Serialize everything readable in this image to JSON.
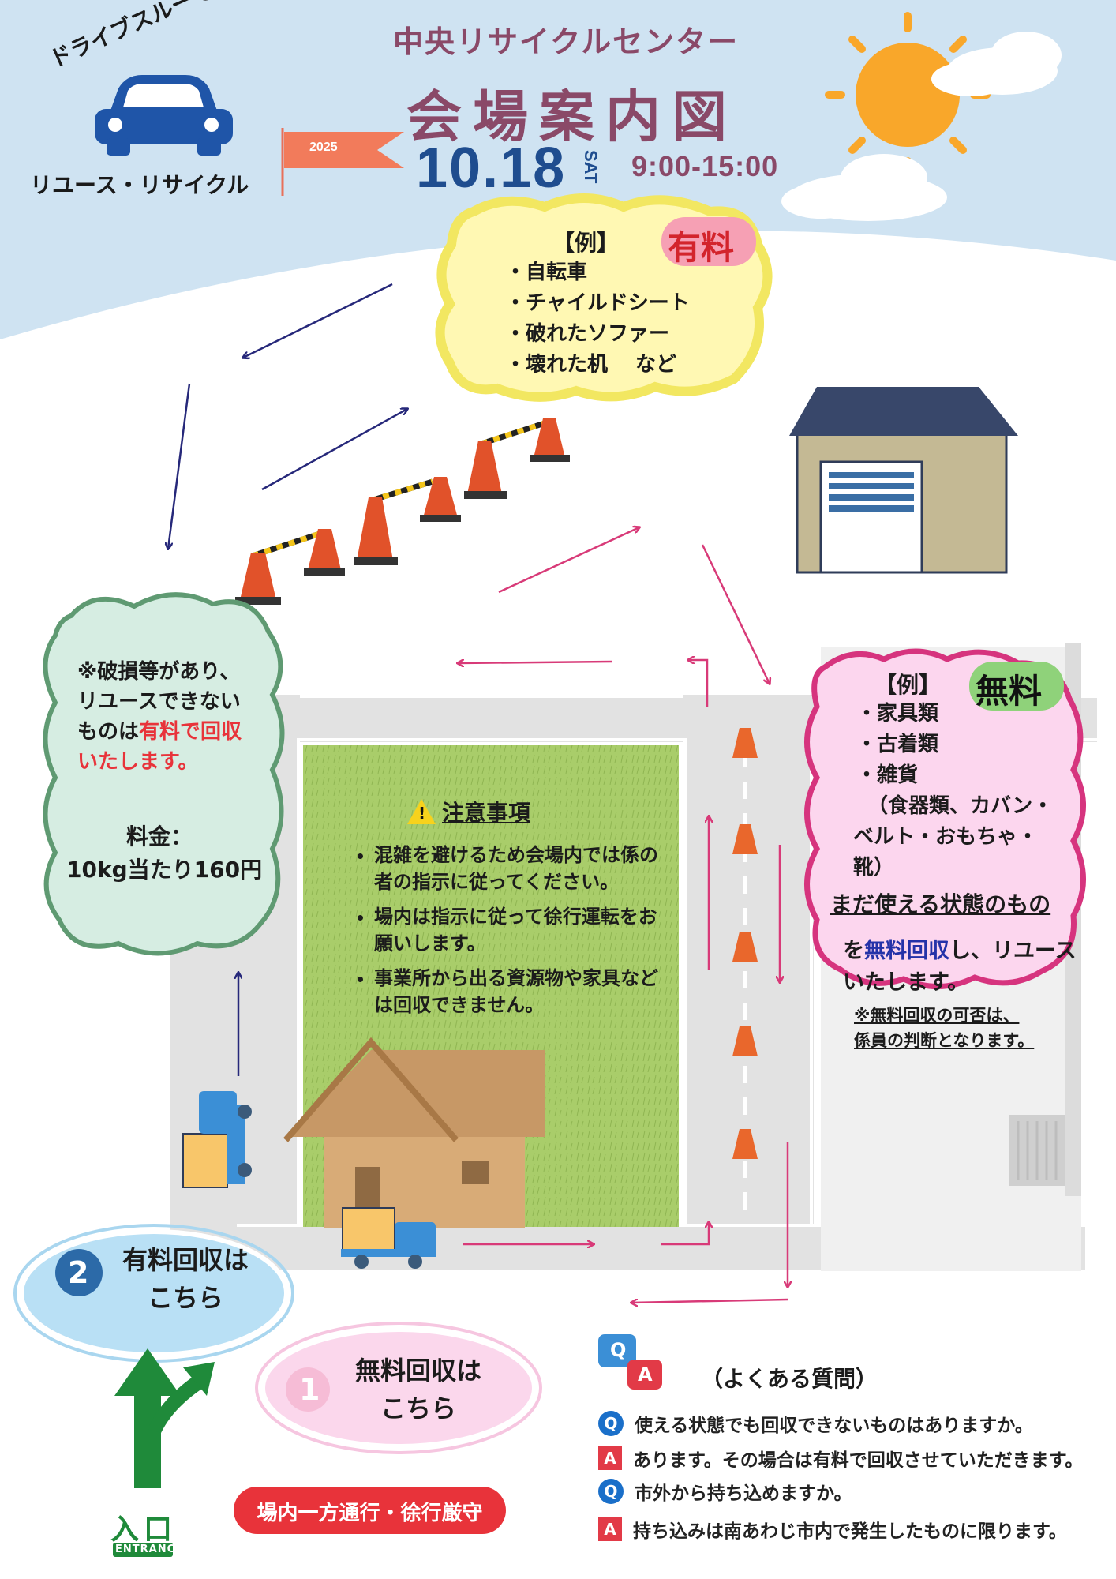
{
  "header": {
    "badge_top": "ドライブスルーで",
    "badge_bottom": "リユース・リサイクル",
    "center_name": "中央リサイクルセンター",
    "title": "会場案内図",
    "flag_year": "2025",
    "date": "10.18",
    "weekday": "SAT",
    "hours": "9:00-15:00"
  },
  "paid_box": {
    "heading": "【例】",
    "tag": "有料",
    "items": [
      "・自転車",
      "・チャイルドシート",
      "・破れたソファー",
      "・壊れた机　 など"
    ]
  },
  "free_box": {
    "heading": "【例】",
    "tag": "無料",
    "items": [
      "・家具類",
      "・古着類",
      "・雑貨",
      "（食器類、カバン・",
      "ベルト・おもちゃ・",
      "靴）"
    ],
    "condition": "まだ使える状態のもの",
    "line1_pre": "を",
    "line1_em": "無料回収",
    "line1_post": "し、リユース",
    "line2": "いたします。",
    "note1": "※無料回収の可否は、",
    "note2": "係員の判断となります。"
  },
  "left_box": {
    "line1": "※破損等があり、",
    "line2": "リユースできない",
    "line3_pre": "ものは",
    "line3_em": "有料で回収",
    "line4_em": "いたします。",
    "fee_label": "料金：",
    "fee_value": "10kg当たり160円"
  },
  "notice": {
    "title": "注意事項",
    "items": [
      "混雑を避けるため会場内では係の者の指示に従ってください。",
      "場内は指示に従って徐行運転をお願いします。",
      "事業所から出る資源物や家具などは回収できません。"
    ]
  },
  "paid_bubble": {
    "number": "2",
    "line1": "有料回収は",
    "line2": "こちら"
  },
  "free_bubble": {
    "number": "1",
    "line1": "無料回収は",
    "line2": "こちら"
  },
  "entrance": {
    "label": "入口",
    "sub": "ENTRANCE"
  },
  "oneway": "場内一方通行・徐行厳守",
  "faq": {
    "title": "（よくある質問）",
    "q1": "使える状態でも回収できないものはありますか。",
    "a1": "あります。その場合は有料で回収させていただきます。",
    "q2": "市外から持ち込めますか。",
    "a2": "持ち込みは南あわじ市内で発生したものに限ります。",
    "q_mark": "Q",
    "a_mark": "A"
  },
  "colors": {
    "sky": "#cfe3f2",
    "title_purple": "#8a4968",
    "date_blue": "#1f4d8f",
    "paid_red": "#e8333a",
    "free_green": "#1f8a3a",
    "arrow_navy": "#26287a",
    "arrow_pink": "#d83a78"
  }
}
